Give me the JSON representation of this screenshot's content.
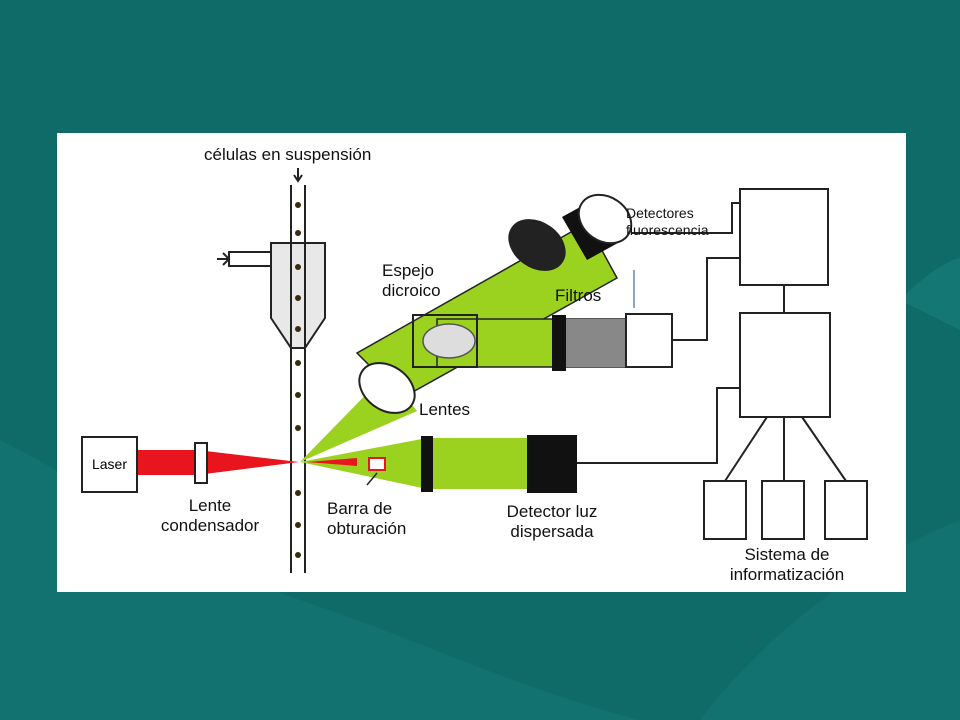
{
  "colors": {
    "background": "#0e6b68",
    "panel": "#ffffff",
    "beam_green": "#9bd21f",
    "beam_red": "#e8141e",
    "outline": "#222222"
  },
  "labels": {
    "cells": "células en suspensión",
    "laser": "Laser",
    "lens_condenser": [
      "Lente",
      "condensador"
    ],
    "bar": [
      "Barra de",
      "obturación"
    ],
    "mirror": [
      "Espejo",
      "dicroico"
    ],
    "filters": "Filtros",
    "lenses": "Lentes",
    "fluor_detectors": [
      "Detectores",
      "fluorescencia"
    ],
    "scatter_detector": [
      "Detector luz",
      "dispersada"
    ],
    "system": [
      "Sistema de",
      "informatización"
    ]
  }
}
